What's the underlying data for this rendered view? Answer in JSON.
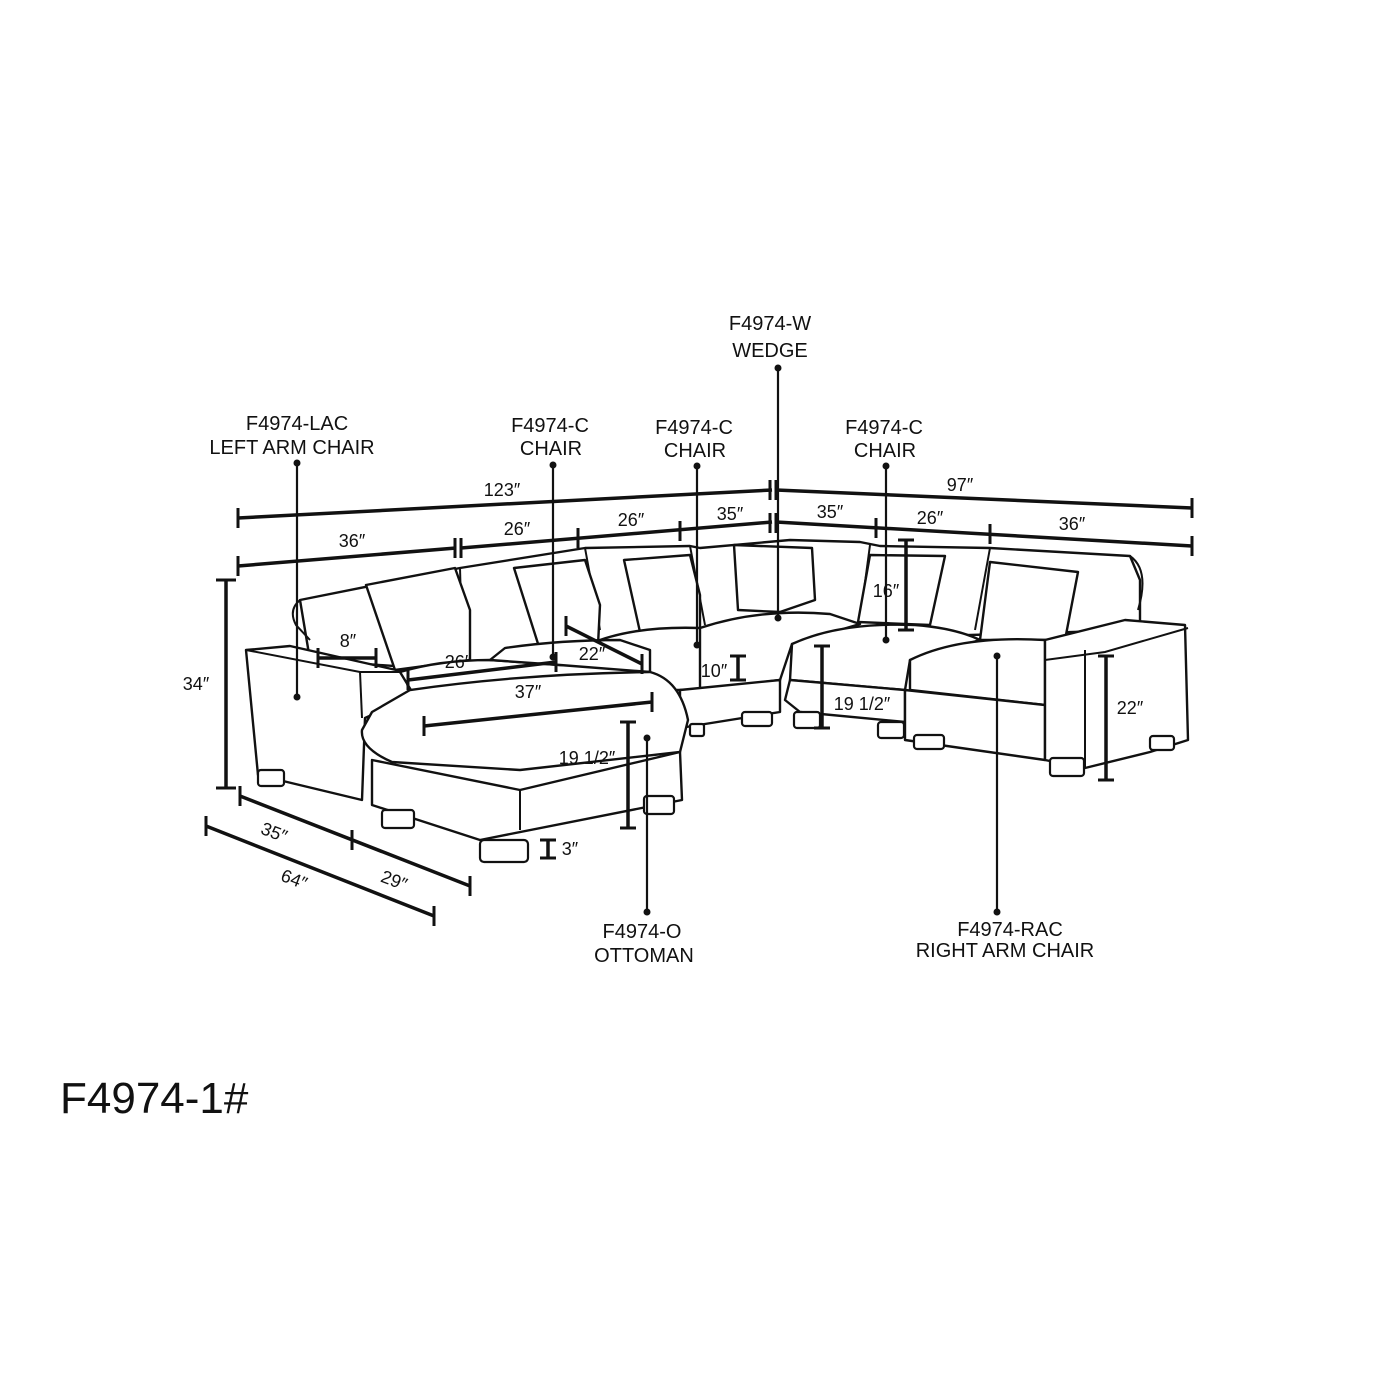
{
  "model_code": "F4974-1#",
  "components": {
    "wedge": {
      "code": "F4974-W",
      "name": "WEDGE"
    },
    "lac": {
      "code": "F4974-LAC",
      "name": "LEFT ARM CHAIR"
    },
    "chair1": {
      "code": "F4974-C",
      "name": "CHAIR"
    },
    "chair2": {
      "code": "F4974-C",
      "name": "CHAIR"
    },
    "chair3": {
      "code": "F4974-C",
      "name": "CHAIR"
    },
    "ottoman": {
      "code": "F4974-O",
      "name": "OTTOMAN"
    },
    "rac": {
      "code": "F4974-RAC",
      "name": "RIGHT ARM CHAIR"
    }
  },
  "dimensions": {
    "overall_left": "123″",
    "overall_right": "97″",
    "seg_left_arm": "36″",
    "seg_chair_a": "26″",
    "seg_chair_b": "26″",
    "seg_corner_left": "35″",
    "seg_corner_right": "35″",
    "seg_chair_c": "26″",
    "seg_right_arm": "36″",
    "height": "34″",
    "arm_width": "8″",
    "seat_width": "26″",
    "seat_depth": "22″",
    "ottoman_width": "37″",
    "cushion_height": "10″",
    "back_height": "16″",
    "seat_height_right": "19 1/2″",
    "seat_height_ottoman": "19 1/2″",
    "arm_height": "22″",
    "leg_height": "3″",
    "depth_chair": "35″",
    "depth_ottoman": "29″",
    "depth_total": "64″"
  }
}
